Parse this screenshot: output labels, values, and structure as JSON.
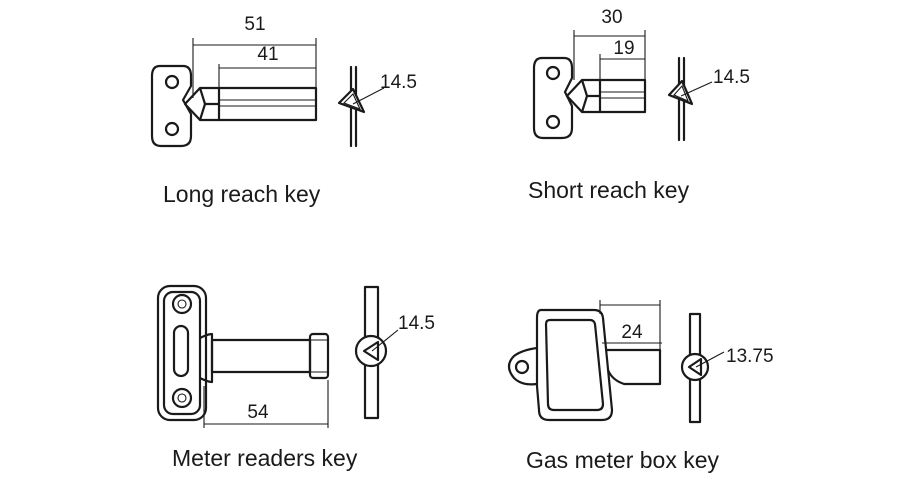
{
  "keys": [
    {
      "caption": "Long reach key",
      "dims": {
        "overall": "51",
        "shaft": "41",
        "square": "14.5"
      }
    },
    {
      "caption": "Short reach key",
      "dims": {
        "overall": "30",
        "shaft": "19",
        "square": "14.5"
      }
    },
    {
      "caption": "Meter readers key",
      "dims": {
        "shaft": "54",
        "square": "14.5"
      }
    },
    {
      "caption": "Gas meter box key",
      "dims": {
        "shaft": "24",
        "square": "13.75"
      }
    }
  ]
}
